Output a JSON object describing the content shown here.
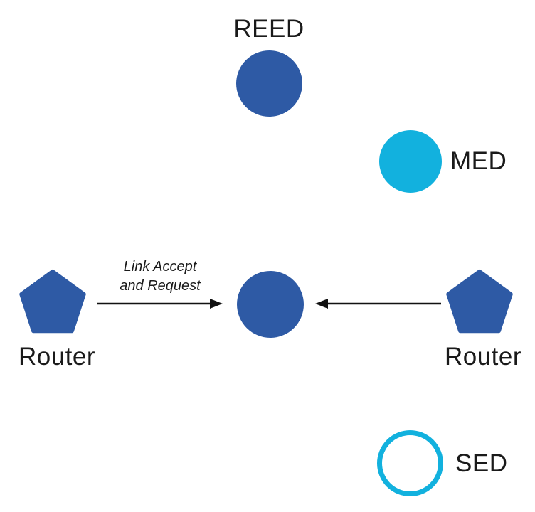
{
  "diagram": {
    "nodes": [
      {
        "id": "reed",
        "label": "REED",
        "shape": "circle",
        "style": "solid-blue"
      },
      {
        "id": "med",
        "label": "MED",
        "shape": "circle",
        "style": "solid-cyan"
      },
      {
        "id": "router-left",
        "label": "Router",
        "shape": "pentagon",
        "style": "solid-blue"
      },
      {
        "id": "center-node",
        "label": "",
        "shape": "circle",
        "style": "solid-blue"
      },
      {
        "id": "router-right",
        "label": "Router",
        "shape": "pentagon",
        "style": "solid-blue"
      },
      {
        "id": "sed",
        "label": "SED",
        "shape": "circle",
        "style": "outline-cyan"
      }
    ],
    "edges": [
      {
        "from": "router-left",
        "to": "center-node",
        "label": "Link Accept\nand Request",
        "direction": "right"
      },
      {
        "from": "router-right",
        "to": "center-node",
        "label": "",
        "direction": "left"
      }
    ],
    "colors": {
      "node_blue": "#2E5AA5",
      "node_cyan": "#12B1DE",
      "arrow": "#111111",
      "text": "#1A1A1A"
    }
  }
}
